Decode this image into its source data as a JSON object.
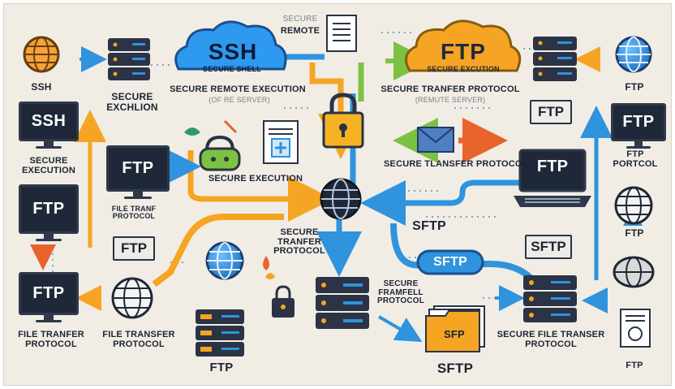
{
  "colors": {
    "background": "#f1ede5",
    "blue": "#2f93de",
    "orange": "#f5a523",
    "green": "#7cc242",
    "red_orange": "#e8632c",
    "dark": "#1f2838",
    "server": "#2b3345"
  },
  "clouds": {
    "ssh": {
      "title": "SSH",
      "subtitle": "SECURE SHELL"
    },
    "ftp": {
      "title": "FTP",
      "subtitle": "SECURE EXCUTION"
    }
  },
  "labels": {
    "top_left_globe": "SSH",
    "secure_exchlion_1": "SECURE",
    "secure_exchlion_2": "EXCHLION",
    "top_center_remote_faded": "SECURE",
    "top_center_remote": "REMOTE",
    "secure_remote_execution": "SECURE REMOTE EXECUTION",
    "secure_remote_execution_sub": "(OF RE SERVER)",
    "secure_tranfer_protocol_top": "SECURE TRANFER PROTOCOL",
    "remote_server_sub": "(REMUTE SERVER)",
    "secure_execution_left_1": "SECURE",
    "secure_execution_left_2": "EXECUTION",
    "secure_execution_mid_1": "SECURE",
    "secure_execution_mid_2": "EXECUTION",
    "secure_tlansfer_protocol": "SECURE TLANSFER PROTOCOL",
    "ftp_portcol_1": "FTP",
    "ftp_portcol_2": "PORTCOL",
    "file_tranf_1": "FILE TRANF",
    "file_tranf_2": "PROTOCOL",
    "secure_tranfer_center_1": "SECURE",
    "secure_tranfer_center_2": "TRANFER",
    "secure_tranfer_center_3": "PROTOCOL",
    "sftp_right": "SFTP",
    "ftp_right_globe": "FTP",
    "secure_framfell_1": "SECURE",
    "secure_framfell_2": "FRAMFELL",
    "secure_framfell_3": "PROTOCOL",
    "file_tranfer_left_1": "FILE TRANFER",
    "file_tranfer_left_2": "PROTOCOL",
    "file_transfer_mid_1": "FILE TRANSFER",
    "file_transfer_mid_2": "PROTOCOL",
    "ftp_bottom_center": "FTP",
    "sftp_bottom_center": "SFTP",
    "secure_file_transer_1": "SECURE FILE TRANSER",
    "secure_file_transer_2": "PROTOCOL",
    "ftp_bottom_right": "FTP",
    "ftp_top_right_globe": "FTP"
  },
  "screens": {
    "ssh_monitor": "SSH",
    "ftp_monitor_left_1": "FTP",
    "ftp_monitor_left_2": "FTP",
    "ftp_monitor_center_left": "FTP",
    "ftp_laptop": "FTP",
    "ftp_monitor_right": "FTP"
  },
  "boxes": {
    "ftp_box_left": "FTP",
    "ftp_box_right_top": "FTP",
    "sftp_box_right": "SFTP",
    "sftp_pill": "SFTP",
    "sftp_folder": "SFP"
  },
  "icons": [
    "globe-icon",
    "server-icon",
    "document-icon",
    "padlock-icon",
    "envelope-icon",
    "laptop-icon",
    "folder-icon",
    "cloud-icon",
    "monitor-icon"
  ]
}
